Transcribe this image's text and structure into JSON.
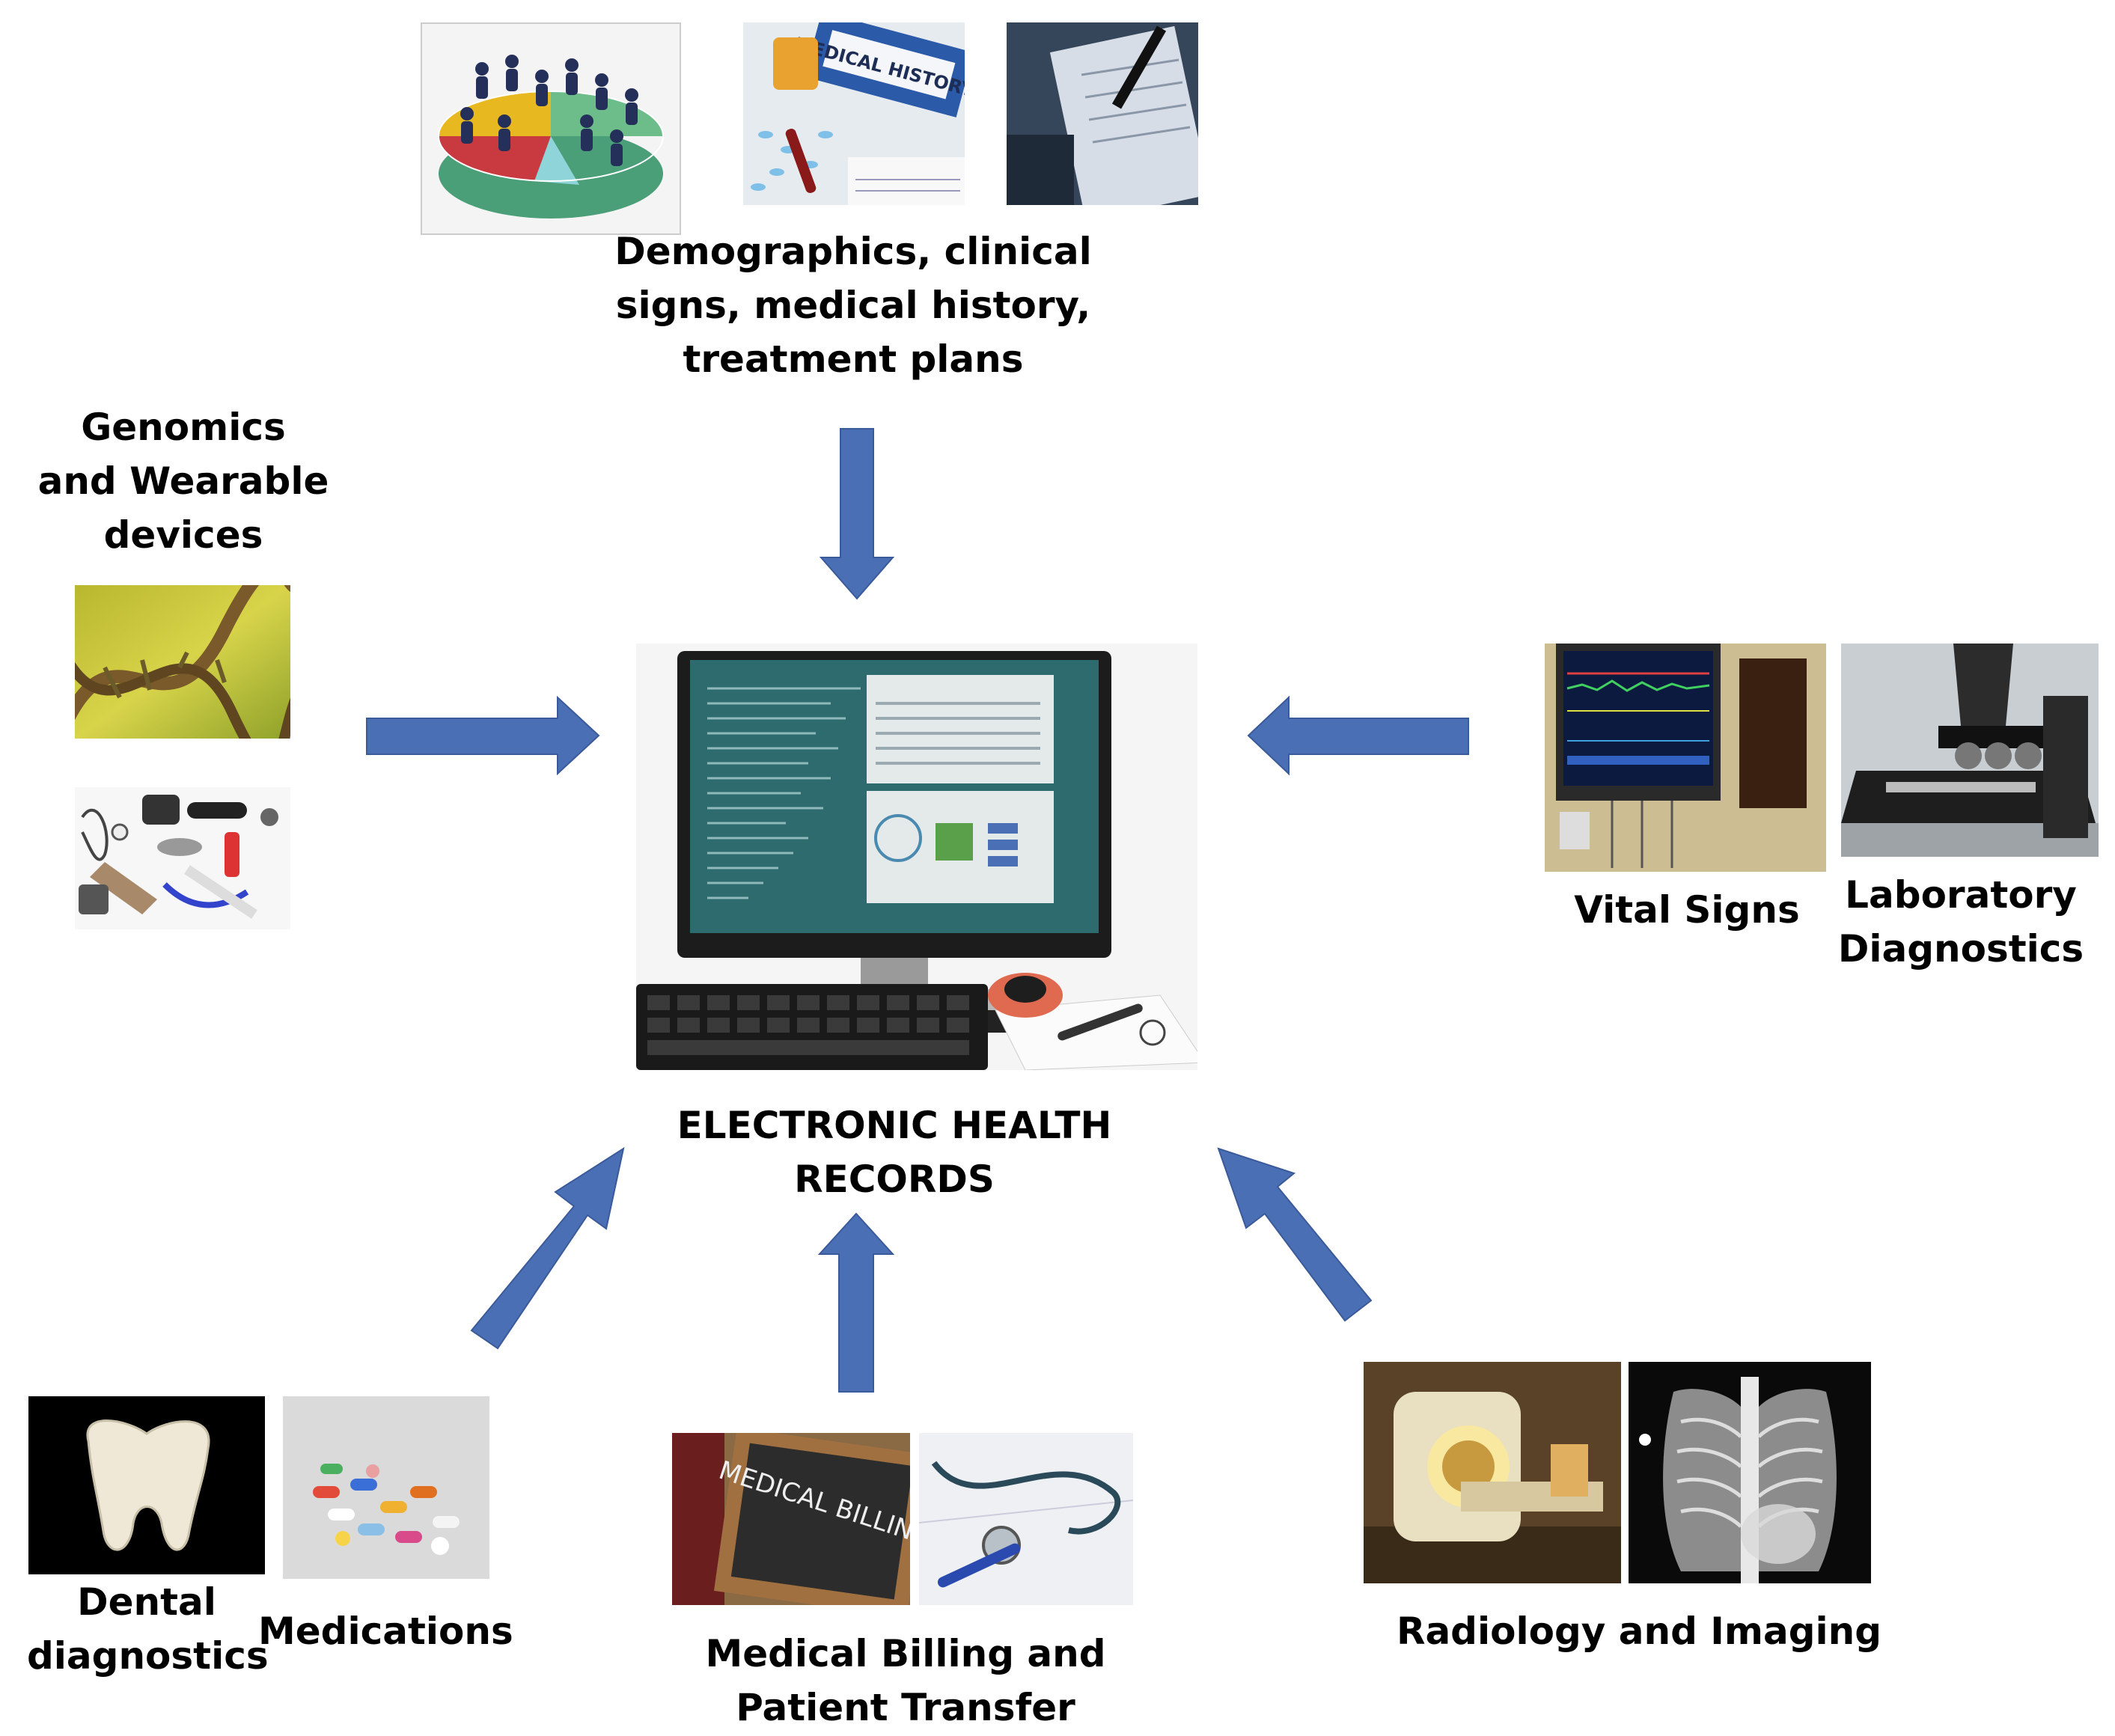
{
  "title": "ELECTRONIC HEALTH RECORDS",
  "sources": {
    "top": "Demographics, clinical signs, medical history, treatment plans",
    "left": "Genomics and Wearable devices",
    "vital": "Vital Signs",
    "lab": "Laboratory Diagnostics",
    "dental": "Dental diagnostics",
    "meds": "Medications",
    "billing": "Medical Billing and Patient Transfer",
    "radiology": "Radiology and Imaging"
  },
  "photo_text": {
    "history_binder": "MEDICAL HISTORY",
    "billing_board": "MEDICAL BILLING"
  },
  "colors": {
    "arrow": "#4a6fb5",
    "arrow_stroke": "#3a5a9a"
  },
  "icons": [
    "population-pie-photo",
    "medical-history-photo",
    "clipboard-photo",
    "dna-photo",
    "wearables-photo",
    "ehr-computer-photo",
    "vital-monitor-photo",
    "microscope-photo",
    "tooth-photo",
    "pills-photo",
    "billing-chalkboard-photo",
    "stethoscope-photo",
    "mri-scanner-photo",
    "chest-xray-photo"
  ]
}
